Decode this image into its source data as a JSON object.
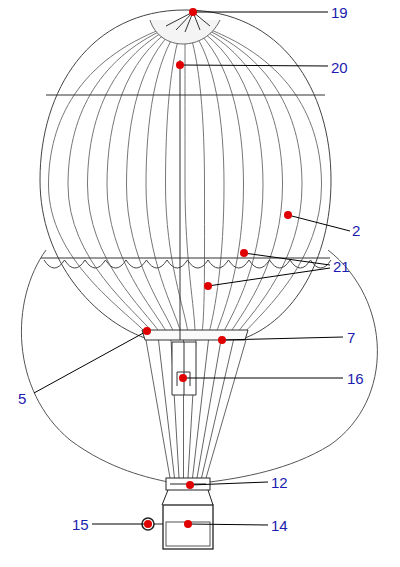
{
  "diagram": {
    "labels": [
      "19",
      "20",
      "2",
      "21",
      "7",
      "5",
      "16",
      "12",
      "15",
      "14"
    ]
  }
}
